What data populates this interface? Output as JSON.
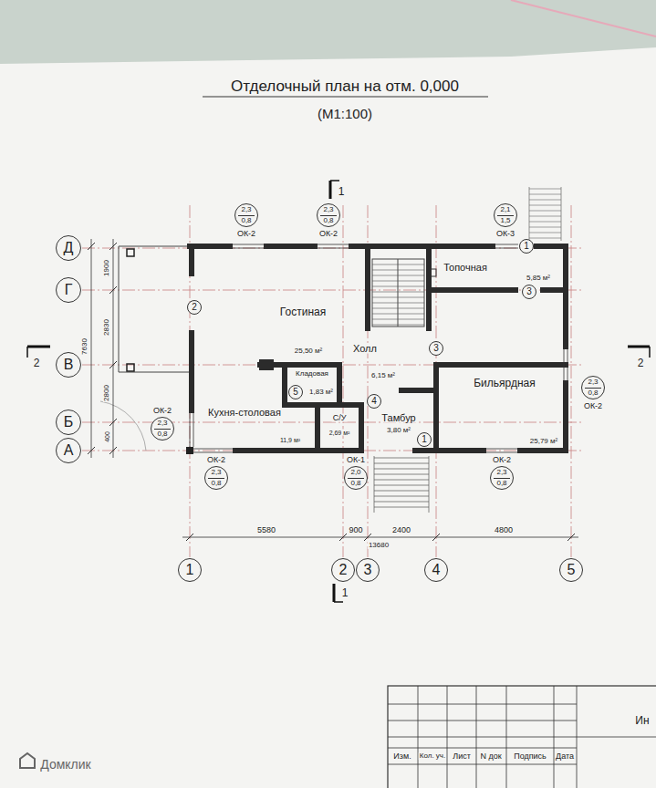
{
  "diagram": {
    "title": "Отделочный план на отм. 0,000",
    "nodes": [
      {
        "text": [
          "2,3",
          "0,8",
          "ОК-2"
        ]
      },
      {
        "text": [
          "2,3",
          "0,8",
          "ОК-2"
        ]
      },
      {
        "text": [
          "2,1",
          "1,5",
          "ОК-3"
        ]
      },
      {
        "text": [
          "Д"
        ]
      },
      {
        "text": [
          "Г"
        ]
      },
      {
        "text": [
          "В"
        ]
      },
      {
        "text": [
          "Б"
        ]
      },
      {
        "text": [
          "А"
        ]
      },
      {
        "text": [
          "1"
        ]
      },
      {
        "text": [
          "3"
        ]
      },
      {
        "text": [
          "2"
        ]
      },
      {
        "text": [
          "3"
        ]
      },
      {
        "text": [
          "5"
        ]
      },
      {
        "text": [
          "4"
        ]
      },
      {
        "text": [
          "1"
        ]
      },
      {
        "text": [
          "2,3",
          "0,8",
          "ОК-2"
        ]
      },
      {
        "text": [
          "ОК-2",
          "2,3",
          "0,8"
        ]
      },
      {
        "text": [
          "ОК-2",
          "2,3",
          "0,8"
        ]
      },
      {
        "text": [
          "ОК-1",
          "2,0",
          "0,8"
        ]
      },
      {
        "text": [
          "ОК-2",
          "2,3",
          "0,8"
        ]
      },
      {
        "text": [
          "1"
        ]
      },
      {
        "text": [
          "2"
        ]
      },
      {
        "text": [
          "3"
        ]
      },
      {
        "text": [
          "4"
        ]
      },
      {
        "text": [
          "5"
        ]
      }
    ],
    "labels": [
      "(М1:100)",
      "Гостиная",
      "25,50 м²",
      "Холл",
      "Кладовая",
      "1,83 м²",
      "6,15 м²",
      "Кухня-столовая",
      "С/У",
      "2,69 м²",
      "11,9 м²",
      "Тамбур",
      "3,80 м²",
      "Бильярдная",
      "25,79 м²",
      "Топочная",
      "5,85 м²",
      "5580",
      "900",
      "2400",
      "4800",
      "13680",
      "7630",
      "1900",
      "2830",
      "2800",
      "400",
      "1",
      "1",
      "2",
      "2",
      "Изм.",
      "Кол. уч.",
      "Лист",
      "N док",
      "Подпись",
      "Дата",
      "Ин",
      "Домклик"
    ]
  }
}
